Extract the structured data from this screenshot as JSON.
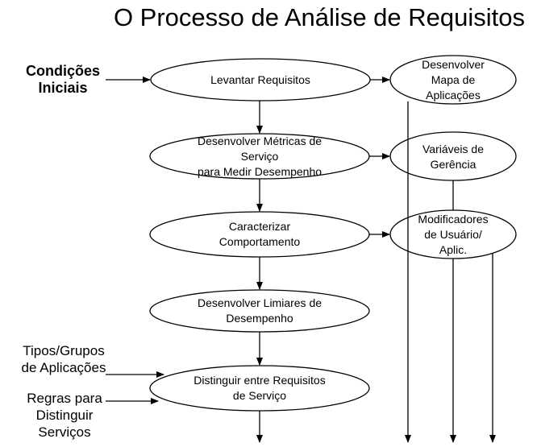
{
  "title": "O Processo de Análise de Requisitos",
  "inputs": {
    "initial_conditions": "Condições\nIniciais",
    "app_types": "Tipos/Grupos\nde Aplicações",
    "rules": "Regras para\nDistinguir\nServiços"
  },
  "process_steps": [
    "Levantar Requisitos",
    "Desenvolver Métricas de\nServiço\npara Medir Desempenho",
    "Caracterizar\nComportamento",
    "Desenvolver Limiares de\nDesempenho",
    "Distinguir entre Requisitos\nde Serviço"
  ],
  "outputs": [
    "Desenvolver\nMapa de\nAplicações",
    "Variáveis de\nGerência",
    "Modificadores\nde Usuário/\nAplic."
  ]
}
